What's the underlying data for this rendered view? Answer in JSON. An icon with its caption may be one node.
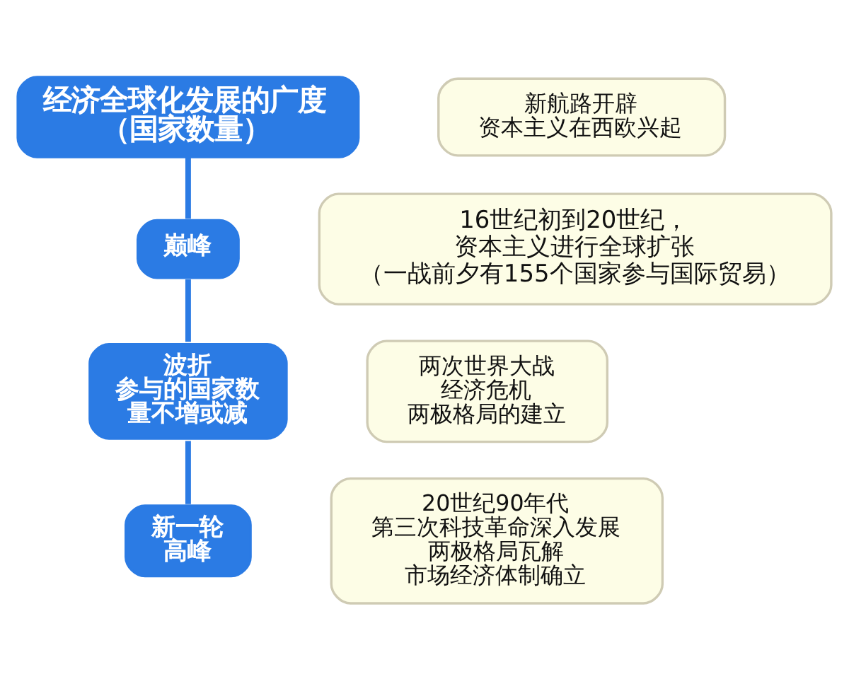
{
  "diagram": {
    "nodes": [
      {
        "text": [
          "经济全球化发展的广度",
          "（国家数量）"
        ]
      },
      {
        "text": [
          "新航路开辟",
          "资本主义在西欧兴起"
        ]
      },
      {
        "text": [
          "巅峰"
        ]
      },
      {
        "text": [
          "16世纪初到20世纪，资本主义进行全球扩张",
          "（一战前夕有155个国家参与国际贸易）"
        ]
      },
      {
        "text": [
          "波折",
          "参与的国家数量不增或减"
        ]
      },
      {
        "text": [
          "两次世界大战",
          "经济危机",
          "两极格局的建立"
        ]
      },
      {
        "text": [
          "新一轮高峰"
        ]
      },
      {
        "text": [
          "20世纪90年代",
          "第三次科技革命深入发展",
          "两极格局瓦解",
          "市场经济体制确立"
        ]
      }
    ],
    "edges": [
      {
        "from": 0,
        "to": 2,
        "arrow": "none"
      },
      {
        "from": 2,
        "to": 4,
        "arrow": "none"
      },
      {
        "from": 4,
        "to": 6,
        "arrow": "none"
      }
    ]
  }
}
